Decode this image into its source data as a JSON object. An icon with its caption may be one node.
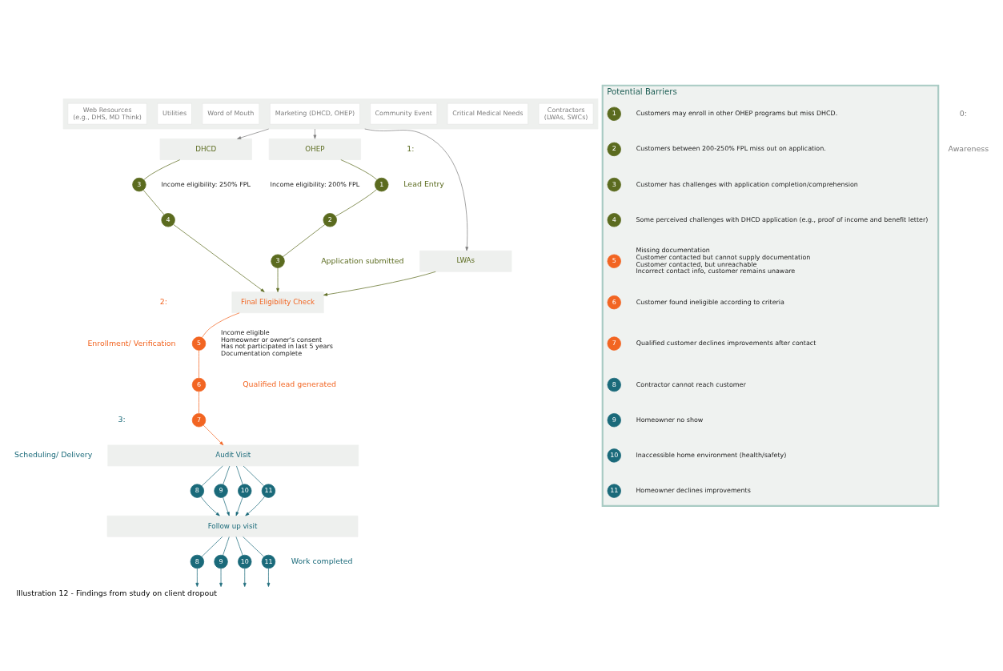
{
  "diagram": {
    "caption": "Illustration 12 - Findings from study on client dropout",
    "nodes": [
      {
        "text": [],
        "shape": "box"
      },
      {
        "text": [
          "Web Resources",
          "(e.g., DHS, MD Think)"
        ],
        "in": 0
      },
      {
        "text": [
          "Utilities"
        ],
        "in": 0
      },
      {
        "text": [
          "Word of Mouth"
        ],
        "in": 0
      },
      {
        "text": [
          "Marketing (DHCD, OHEP)"
        ],
        "in": 0
      },
      {
        "text": [
          "Community Event"
        ],
        "in": 0
      },
      {
        "text": [
          "Critical Medical Needs"
        ],
        "in": 0
      },
      {
        "text": [
          "Contractors",
          "(LWAs, SWCs)"
        ],
        "in": 0
      },
      {
        "text": [
          "OHEP"
        ],
        "beside": [
          "Income eligibility: 200% FPL"
        ]
      },
      {
        "text": [
          "LWAs"
        ]
      },
      {
        "text": [
          "DHCD"
        ],
        "beside": [
          "Income eligibility: 250% FPL"
        ]
      },
      {
        "text": [
          "1"
        ]
      },
      {
        "text": [
          "2"
        ]
      },
      {
        "text": [
          "3"
        ]
      },
      {
        "text": [
          "3"
        ]
      },
      {
        "text": [
          "4"
        ]
      },
      {
        "text": [
          "Final Eligibility Check"
        ],
        "beside": [
          "Income eligible",
          "Homeowner or owner's consent",
          "Has not participated in last 5 years",
          "Documentation complete"
        ]
      },
      {
        "text": [
          "5"
        ]
      },
      {
        "text": [
          "6"
        ]
      },
      {
        "text": [
          "7"
        ]
      },
      {
        "text": [
          "Audit Visit"
        ]
      },
      {
        "text": [
          "8"
        ]
      },
      {
        "text": [
          "9"
        ]
      },
      {
        "text": [
          "10"
        ]
      },
      {
        "text": [
          "11"
        ]
      },
      {
        "text": [
          "Follow up visit"
        ]
      },
      {
        "text": [
          "8"
        ]
      },
      {
        "text": [
          "9"
        ]
      },
      {
        "text": [
          "10"
        ]
      },
      {
        "text": [
          "11"
        ]
      },
      {
        "text": [
          "Potential Barriers"
        ]
      },
      {
        "text": [
          "1"
        ],
        "in": 30,
        "beside": [
          "Customers may enroll in other OHEP programs but miss DHCD."
        ]
      },
      {
        "text": [
          "2"
        ],
        "in": 30,
        "beside": [
          "Customers between 200-250% FPL miss out on application."
        ]
      },
      {
        "text": [
          "3"
        ],
        "in": 30,
        "beside": [
          "Customer has challenges with application completion/comprehension"
        ]
      },
      {
        "text": [
          "4"
        ],
        "in": 30,
        "beside": [
          "Some perceived challenges with DHCD application (e.g., proof of income and benefit letter)"
        ]
      },
      {
        "text": [
          "5"
        ],
        "in": 30,
        "beside": [
          "Missing documentation",
          "Customer contacted but cannot supply documentation",
          "Customer contacted, but unreachable",
          "Incorrect contact info, customer remains unaware"
        ]
      },
      {
        "text": [
          "6"
        ],
        "in": 30,
        "beside": [
          "Customer found ineligible according to criteria"
        ]
      },
      {
        "text": [
          "7"
        ],
        "in": 30,
        "beside": [
          "Qualified customer declines improvements after contact"
        ]
      },
      {
        "text": [
          "8"
        ],
        "in": 30,
        "beside": [
          "Contractor cannot reach customer"
        ]
      },
      {
        "text": [
          "9"
        ],
        "in": 30,
        "beside": [
          "Homeowner no show"
        ]
      },
      {
        "text": [
          "10"
        ],
        "in": 30,
        "beside": [
          "Inaccessible home environment (health/safety)"
        ]
      },
      {
        "text": [
          "11"
        ],
        "in": 30,
        "beside": [
          "Homeowner declines improvements"
        ]
      }
    ],
    "edges": [
      {
        "from": 0,
        "to": 8,
        "arrow": "to",
        "color": "#7f7f7f"
      },
      {
        "from": 0,
        "to": 9,
        "arrow": "to",
        "color": "#7f7f7f"
      },
      {
        "from": 0,
        "to": 10,
        "arrow": "to",
        "color": "#7f7f7f"
      },
      {
        "from": 8,
        "to": 11,
        "arrow": "none",
        "color": "#5b6b1f"
      },
      {
        "from": 11,
        "to": 12,
        "arrow": "none",
        "color": "#5b6b1f"
      },
      {
        "from": 12,
        "to": 13,
        "arrow": "none",
        "color": "#5b6b1f"
      },
      {
        "from": 13,
        "to": 16,
        "arrow": "to",
        "color": "#5b6b1f"
      },
      {
        "from": 9,
        "to": 16,
        "arrow": "to",
        "color": "#5b6b1f"
      },
      {
        "from": 10,
        "to": 14,
        "arrow": "none",
        "color": "#5b6b1f"
      },
      {
        "from": 14,
        "to": 15,
        "arrow": "none",
        "color": "#5b6b1f"
      },
      {
        "from": 15,
        "to": 16,
        "arrow": "to",
        "color": "#5b6b1f"
      },
      {
        "from": 16,
        "to": 17,
        "arrow": "none",
        "color": "#f26522"
      },
      {
        "from": 17,
        "to": 18,
        "arrow": "none",
        "color": "#f26522"
      },
      {
        "from": 18,
        "to": 19,
        "arrow": "none",
        "color": "#f26522"
      },
      {
        "from": 19,
        "to": 20,
        "arrow": "to",
        "color": "#f26522"
      },
      {
        "from": 20,
        "to": 21,
        "arrow": "none"
      },
      {
        "from": 21,
        "to": 25,
        "arrow": "to"
      },
      {
        "from": 20,
        "to": 22,
        "arrow": "none"
      },
      {
        "from": 22,
        "to": 25,
        "arrow": "to"
      },
      {
        "from": 20,
        "to": 23,
        "arrow": "none"
      },
      {
        "from": 23,
        "to": 25,
        "arrow": "to"
      },
      {
        "from": 20,
        "to": 24,
        "arrow": "none"
      },
      {
        "from": 24,
        "to": 25,
        "arrow": "to"
      },
      {
        "from": 25,
        "to": 26,
        "arrow": "none"
      },
      {
        "from": 26,
        "to": null,
        "arrow": "to"
      },
      {
        "from": 25,
        "to": 27,
        "arrow": "none"
      },
      {
        "from": 27,
        "to": null,
        "arrow": "to"
      },
      {
        "from": 25,
        "to": 28,
        "arrow": "none"
      },
      {
        "from": 28,
        "to": null,
        "arrow": "to"
      },
      {
        "from": 25,
        "to": 29,
        "arrow": "none"
      },
      {
        "from": 29,
        "to": null,
        "arrow": "to"
      }
    ],
    "labels": [
      "0:",
      "Awareness",
      "1:",
      "Lead Entry",
      "Application submitted",
      "2:",
      "Enrollment/ Verification",
      "Qualified lead generated",
      "3:",
      "Scheduling/ Delivery",
      "Work completed"
    ]
  }
}
